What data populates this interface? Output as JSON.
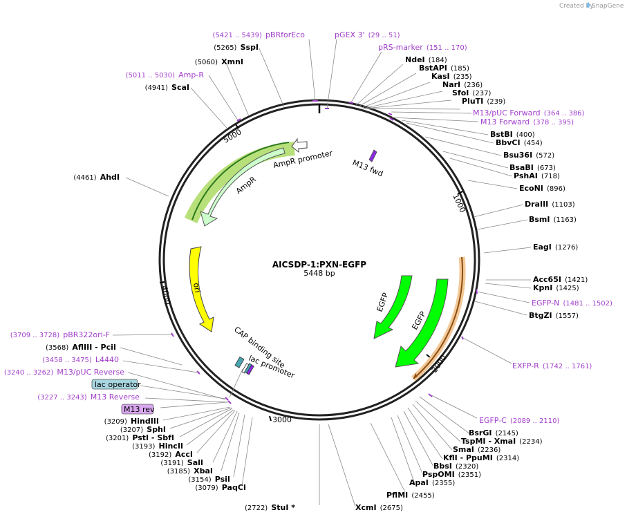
{
  "branding": {
    "created_by": "Created by",
    "app": "SnapGene"
  },
  "plasmid": {
    "name": "AICSDP-1:PXN-EGFP",
    "size": "5448 bp"
  },
  "ticks": {
    "t1000": "1000",
    "t2000": "2000",
    "t3000": "3000",
    "t4000": "4000",
    "t5000": "5000"
  },
  "features": {
    "ampr": "AmpR",
    "ampr_promoter": "AmpR promoter",
    "ori": "ori",
    "m13_fwd": "M13 fwd",
    "egfp1": "EGFP",
    "egfp2": "EGFP",
    "cap": "CAP binding site",
    "lac_promoter": "lac promoter",
    "lac_operator": "lac operator",
    "m13_rev": "M13 rev"
  },
  "site_labels": [
    {
      "kind": "primer",
      "pos": "(5421 .. 5439)",
      "name": "pBRforEco"
    },
    {
      "kind": "primer",
      "pos": "(29 .. 51)",
      "name": "pGEX 3'"
    },
    {
      "kind": "primer",
      "pos": "(151 .. 170)",
      "name": "pRS-marker"
    },
    {
      "kind": "enzyme",
      "pos": "(5265)",
      "name": "SspI"
    },
    {
      "kind": "enzyme",
      "pos": "(5060)",
      "name": "XmnI"
    },
    {
      "kind": "primer",
      "pos": "(5011 .. 5030)",
      "name": "Amp-R"
    },
    {
      "kind": "enzyme",
      "pos": "(4941)",
      "name": "ScaI"
    },
    {
      "kind": "enzyme",
      "pos": "(184)",
      "name": "NdeI"
    },
    {
      "kind": "enzyme",
      "pos": "(185)",
      "name": "BstAPI"
    },
    {
      "kind": "enzyme",
      "pos": "(235)",
      "name": "KasI"
    },
    {
      "kind": "enzyme",
      "pos": "(236)",
      "name": "NarI"
    },
    {
      "kind": "enzyme",
      "pos": "(237)",
      "name": "SfoI"
    },
    {
      "kind": "enzyme",
      "pos": "(239)",
      "name": "PluTI"
    },
    {
      "kind": "primer",
      "pos": "(364 .. 386)",
      "name": "M13/pUC Forward"
    },
    {
      "kind": "primer",
      "pos": "(378 .. 395)",
      "name": "M13 Forward"
    },
    {
      "kind": "enzyme",
      "pos": "(400)",
      "name": "BstBI"
    },
    {
      "kind": "enzyme",
      "pos": "(454)",
      "name": "BbvCI"
    },
    {
      "kind": "enzyme",
      "pos": "(572)",
      "name": "Bsu36I"
    },
    {
      "kind": "enzyme",
      "pos": "(673)",
      "name": "BsaBI"
    },
    {
      "kind": "enzyme",
      "pos": "(718)",
      "name": "PshAI"
    },
    {
      "kind": "enzyme",
      "pos": "(896)",
      "name": "EcoNI"
    },
    {
      "kind": "enzyme",
      "pos": "(4461)",
      "name": "AhdI"
    },
    {
      "kind": "enzyme",
      "pos": "(1103)",
      "name": "DraIII"
    },
    {
      "kind": "enzyme",
      "pos": "(1163)",
      "name": "BsmI"
    },
    {
      "kind": "enzyme",
      "pos": "(1276)",
      "name": "EagI"
    },
    {
      "kind": "enzyme",
      "pos": "(1421)",
      "name": "Acc65I"
    },
    {
      "kind": "enzyme",
      "pos": "(1425)",
      "name": "KpnI"
    },
    {
      "kind": "primer",
      "pos": "(1481 .. 1502)",
      "name": "EGFP-N"
    },
    {
      "kind": "enzyme",
      "pos": "(1557)",
      "name": "BtgZI"
    },
    {
      "kind": "primer",
      "pos": "(3709 .. 3728)",
      "name": "pBR322ori-F"
    },
    {
      "kind": "enzyme",
      "pos": "(3568)",
      "name": "AflIII - PciI"
    },
    {
      "kind": "primer",
      "pos": "(3458 .. 3475)",
      "name": "L4440"
    },
    {
      "kind": "primer",
      "pos": "(1742 .. 1761)",
      "name": "EXFP-R"
    },
    {
      "kind": "primer",
      "pos": "(3240 .. 3262)",
      "name": "M13/pUC Reverse"
    },
    {
      "kind": "primer",
      "pos": "(3227 .. 3243)",
      "name": "M13 Reverse"
    },
    {
      "kind": "primer",
      "pos": "(2089 .. 2110)",
      "name": "EGFP-C"
    },
    {
      "kind": "enzyme",
      "pos": "(2145)",
      "name": "BsrGI"
    },
    {
      "kind": "enzyme",
      "pos": "(2234)",
      "name": "TspMI - XmaI"
    },
    {
      "kind": "enzyme",
      "pos": "(2236)",
      "name": "SmaI"
    },
    {
      "kind": "enzyme",
      "pos": "(2314)",
      "name": "KflI - PpuMI"
    },
    {
      "kind": "enzyme",
      "pos": "(2320)",
      "name": "BbsI"
    },
    {
      "kind": "enzyme",
      "pos": "(2351)",
      "name": "PspOMI"
    },
    {
      "kind": "enzyme",
      "pos": "(2355)",
      "name": "ApaI"
    },
    {
      "kind": "enzyme",
      "pos": "(2455)",
      "name": "PflMI"
    },
    {
      "kind": "enzyme",
      "pos": "(2675)",
      "name": "XcmI"
    },
    {
      "kind": "enzyme",
      "pos": "(2722)",
      "name": "StuI *"
    },
    {
      "kind": "enzyme",
      "pos": "(3209)",
      "name": "HindIII"
    },
    {
      "kind": "enzyme",
      "pos": "(3207)",
      "name": "SphI"
    },
    {
      "kind": "enzyme",
      "pos": "(3201)",
      "name": "PstI - SbfI"
    },
    {
      "kind": "enzyme",
      "pos": "(3193)",
      "name": "HincII"
    },
    {
      "kind": "enzyme",
      "pos": "(3192)",
      "name": "AccI"
    },
    {
      "kind": "enzyme",
      "pos": "(3191)",
      "name": "SalI"
    },
    {
      "kind": "enzyme",
      "pos": "(3185)",
      "name": "XbaI"
    },
    {
      "kind": "enzyme",
      "pos": "(3154)",
      "name": "PsiI"
    },
    {
      "kind": "enzyme",
      "pos": "(3079)",
      "name": "PaqCI"
    }
  ]
}
